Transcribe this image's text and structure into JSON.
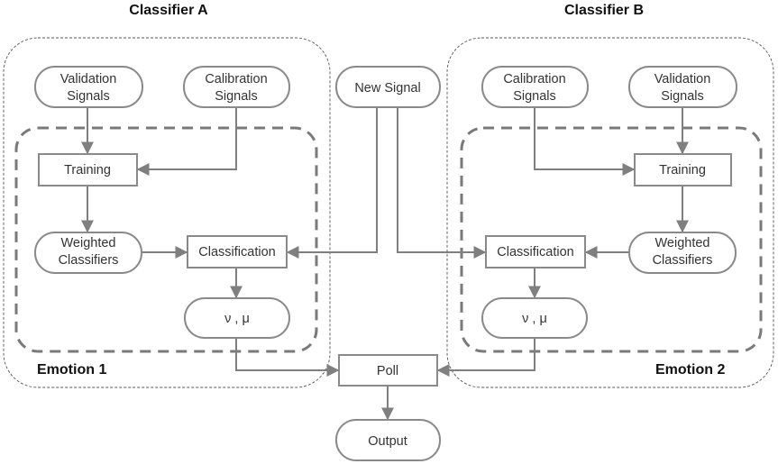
{
  "titles": {
    "classifier_a": "Classifier A",
    "classifier_b": "Classifier B",
    "emotion_1": "Emotion 1",
    "emotion_2": "Emotion 2"
  },
  "nodes": {
    "a_validation": [
      "Validation",
      "Signals"
    ],
    "a_calibration": [
      "Calibration",
      "Signals"
    ],
    "a_training": [
      "Training"
    ],
    "a_weighted": [
      "Weighted",
      "Classifiers"
    ],
    "a_classification": [
      "Classification"
    ],
    "a_nu_mu": [
      "ν , μ"
    ],
    "new_signal": [
      "New Signal"
    ],
    "b_calibration": [
      "Calibration",
      "Signals"
    ],
    "b_validation": [
      "Validation",
      "Signals"
    ],
    "b_training": [
      "Training"
    ],
    "b_weighted": [
      "Weighted",
      "Classifiers"
    ],
    "b_classification": [
      "Classification"
    ],
    "b_nu_mu": [
      "ν , μ"
    ],
    "poll": [
      "Poll"
    ],
    "output": [
      "Output"
    ]
  },
  "colors": {
    "node_stroke": "#8a8a8a",
    "edge": "#7f7f7f",
    "text": "#333333",
    "title": "#111111"
  }
}
